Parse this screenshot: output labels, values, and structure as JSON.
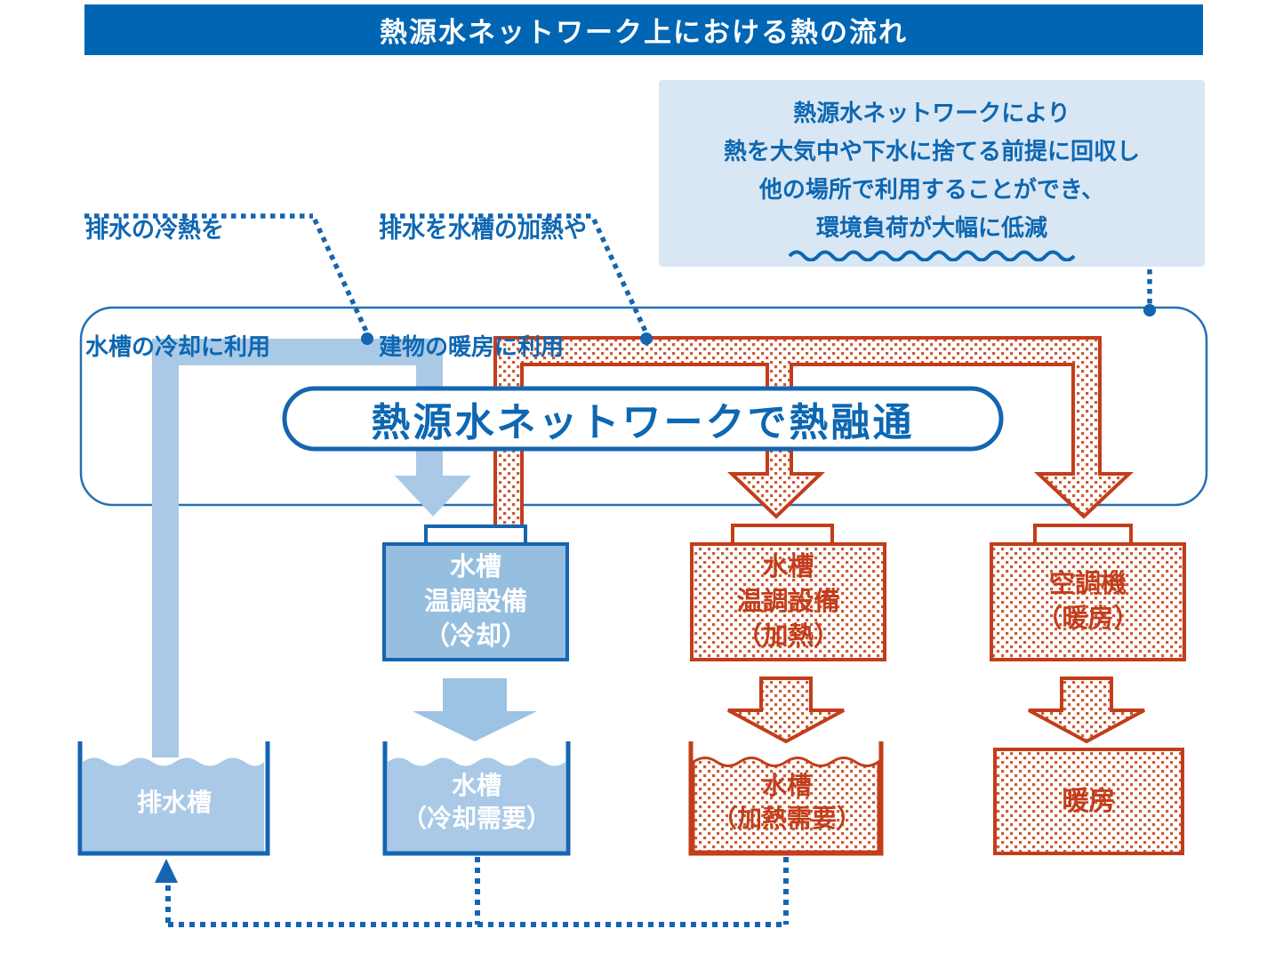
{
  "title": "熱源水ネットワーク上における熱の流れ",
  "annotations": {
    "left": {
      "lines": [
        "排水の冷熱を",
        "水槽の冷却に利用"
      ]
    },
    "middle": {
      "lines": [
        "排水を水槽の加熱や",
        "建物の暖房に利用"
      ]
    },
    "info_box": {
      "lines": [
        "熱源水ネットワークにより",
        "熱を大気中や下水に捨てる前提に回収し",
        "他の場所で利用することができ、",
        "環境負荷が大幅に低減"
      ]
    }
  },
  "network_pill": {
    "label": "熱源水ネットワークで熱融通"
  },
  "equipment": {
    "cooling": {
      "lines": [
        "水槽",
        "温調設備",
        "（冷却）"
      ]
    },
    "heating": {
      "lines": [
        "水槽",
        "温調設備",
        "（加熱）"
      ]
    },
    "hvac": {
      "lines": [
        "空調機",
        "（暖房）"
      ]
    }
  },
  "tanks": {
    "drain": {
      "label": "排水槽"
    },
    "cooling_demand": {
      "lines": [
        "水槽",
        "（冷却需要）"
      ]
    },
    "heating_demand": {
      "lines": [
        "水槽",
        "（加熱需要）"
      ]
    },
    "heating_room": {
      "label": "暖房"
    }
  },
  "colors": {
    "title_bar_bg": "#0066b3",
    "text_blue": "#0d67b2",
    "line_blue": "#1565b0",
    "pipe_light_blue": "#a9c9e7",
    "equipment_blue_fill": "#96bedf",
    "info_box_bg": "#d9e7f4",
    "red": "#c33d1b",
    "red_dot": "#cb5a33",
    "white": "#ffffff"
  }
}
